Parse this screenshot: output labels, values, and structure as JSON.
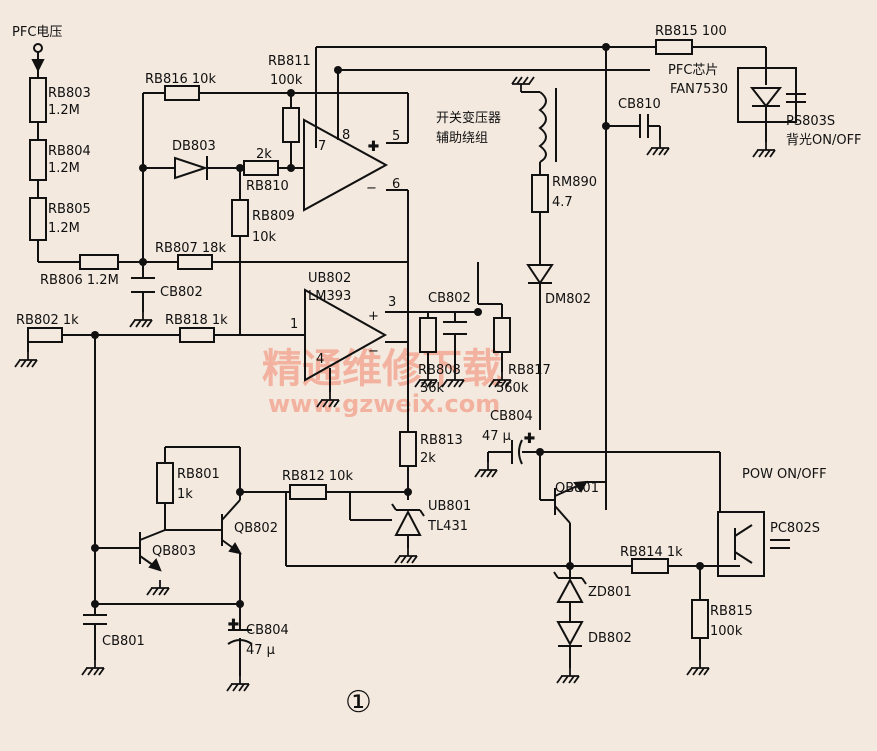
{
  "colors": {
    "background": "#f3e9df",
    "ink": "#111111",
    "watermark": "#f2a08a"
  },
  "labels": {
    "pfc_voltage": "PFC电压",
    "rb803_name": "RB803",
    "rb803_val": "1.2M",
    "rb804_name": "RB804",
    "rb804_val": "1.2M",
    "rb805_name": "RB805",
    "rb805_val": "1.2M",
    "rb806": "RB806  1.2M",
    "cb802_left": "CB802",
    "rb816": "RB816  10k",
    "rb811_name": "RB811",
    "rb811_val": "100k",
    "db803": "DB803",
    "rb810_val": "2k",
    "rb810_name": "RB810",
    "rb809_name": "RB809",
    "rb809_val": "10k",
    "rb807": "RB807  18k",
    "op_pin7": "7",
    "op_pin8": "8",
    "op_pin5": "5",
    "op_pin6": "6",
    "op_plus": "+",
    "op_minus": "−",
    "rb815_top": "RB815  100",
    "pfc_chip": "PFC芯片",
    "fan7530": "FAN7530",
    "ps803s": "PS803S",
    "backlight": "背光ON/OFF",
    "transformer_l1": "开关变压器",
    "transformer_l2": "辅助绕组",
    "rm890_name": "RM890",
    "rm890_val": "4.7",
    "cb810": "CB810",
    "dm802": "DM802",
    "ub802": "UB802",
    "lm393": "LM393",
    "cmp_pin1": "1",
    "cmp_pin3": "3",
    "cmp_pin4": "4",
    "cb802_right": "CB802",
    "rb808_name": "RB808",
    "rb808_val": "36k",
    "rb817_name": "RB817",
    "rb817_val": "560k",
    "rb802": "RB802  1k",
    "rb818": "RB818  1k",
    "cb804_top_name": "CB804",
    "cb804_top_val": "47 µ",
    "rb813_name": "RB813",
    "rb813_val": "2k",
    "rb801_name": "RB801",
    "rb801_val": "1k",
    "rb812": "RB812  10k",
    "ub801": "UB801",
    "tl431": "TL431",
    "qb801": "QB801",
    "qb802": "QB802",
    "qb803": "QB803",
    "pow_onoff": "POW  ON/OFF",
    "pc802s": "PC802S",
    "rb814": "RB814  1k",
    "zd801": "ZD801",
    "db802": "DB802",
    "rb815_bot_name": "RB815",
    "rb815_bot_val": "100k",
    "cb801": "CB801",
    "cb804_bot_name": "CB804",
    "cb804_bot_val": "47 µ",
    "figure_no": "①",
    "watermark_cn": "精通维修下载",
    "watermark_url": "www.gzweix.com"
  }
}
